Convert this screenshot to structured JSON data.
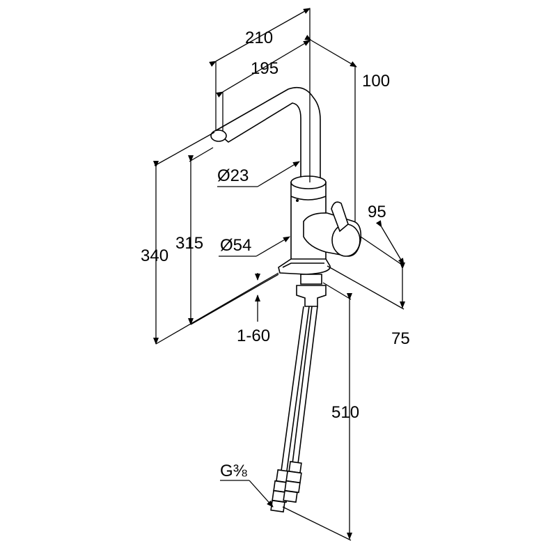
{
  "dimensions": {
    "width_total": "210",
    "spout_reach": "195",
    "depth": "100",
    "spout_diameter": "Ø23",
    "body_diameter": "Ø54",
    "height_total": "340",
    "spout_height": "315",
    "counter_thickness": "1-60",
    "lever_length": "95",
    "lever_height": "75",
    "hose_length": "510",
    "connection_thread": "G⅜"
  },
  "colors": {
    "line": "#000000",
    "background": "#ffffff"
  }
}
